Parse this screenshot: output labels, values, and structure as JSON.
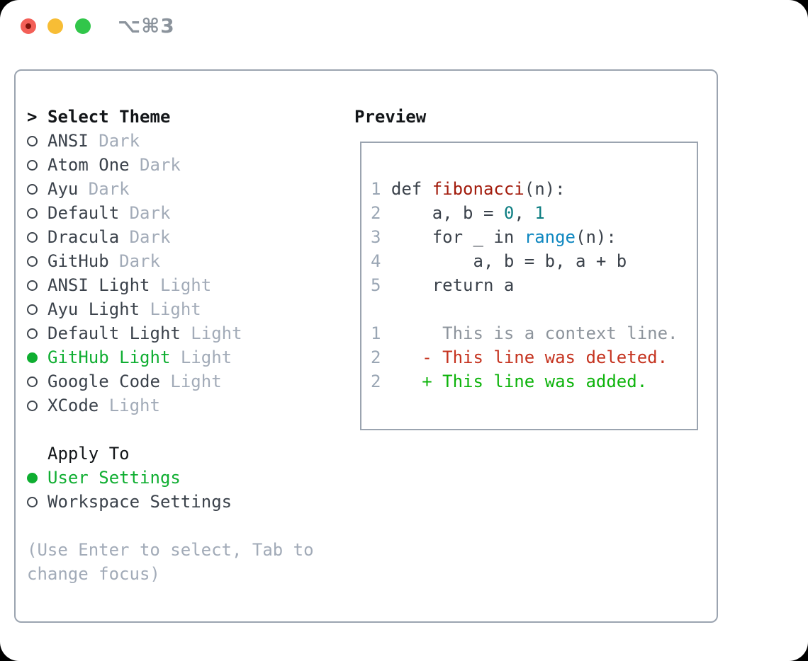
{
  "titlebar": {
    "shortcut_label": "⌥⌘3"
  },
  "theme_picker": {
    "prompt": ">",
    "heading": "Select Theme",
    "themes": [
      {
        "name": "ANSI",
        "variant": "Dark",
        "selected": false
      },
      {
        "name": "Atom One",
        "variant": "Dark",
        "selected": false
      },
      {
        "name": "Ayu",
        "variant": "Dark",
        "selected": false
      },
      {
        "name": "Default",
        "variant": "Dark",
        "selected": false
      },
      {
        "name": "Dracula",
        "variant": "Dark",
        "selected": false
      },
      {
        "name": "GitHub",
        "variant": "Dark",
        "selected": false
      },
      {
        "name": "ANSI Light",
        "variant": "Light",
        "selected": false
      },
      {
        "name": "Ayu Light",
        "variant": "Light",
        "selected": false
      },
      {
        "name": "Default Light",
        "variant": "Light",
        "selected": false
      },
      {
        "name": "GitHub Light",
        "variant": "Light",
        "selected": true
      },
      {
        "name": "Google Code",
        "variant": "Light",
        "selected": false
      },
      {
        "name": "XCode",
        "variant": "Light",
        "selected": false
      }
    ],
    "apply_to": {
      "heading": "Apply To",
      "options": [
        {
          "label": "User Settings",
          "selected": true
        },
        {
          "label": "Workspace Settings",
          "selected": false
        }
      ]
    },
    "hint_lines": [
      "(Use Enter to select, Tab to",
      "change focus)"
    ]
  },
  "preview": {
    "heading": "Preview",
    "code_lines": [
      [
        {
          "t": "ln",
          "s": "1 "
        },
        {
          "t": "kw",
          "s": "def "
        },
        {
          "t": "title",
          "s": "fibonacci"
        },
        {
          "t": "plain",
          "s": "(n):"
        }
      ],
      [
        {
          "t": "ln",
          "s": "2 "
        },
        {
          "t": "plain",
          "s": "    a, b = "
        },
        {
          "t": "num",
          "s": "0"
        },
        {
          "t": "plain",
          "s": ", "
        },
        {
          "t": "num",
          "s": "1"
        }
      ],
      [
        {
          "t": "ln",
          "s": "3 "
        },
        {
          "t": "plain",
          "s": "    for _ in "
        },
        {
          "t": "builtin",
          "s": "range"
        },
        {
          "t": "plain",
          "s": "(n):"
        }
      ],
      [
        {
          "t": "ln",
          "s": "4 "
        },
        {
          "t": "plain",
          "s": "        a, b = b, a + b"
        }
      ],
      [
        {
          "t": "ln",
          "s": "5 "
        },
        {
          "t": "plain",
          "s": "    return a"
        }
      ],
      [],
      [
        {
          "t": "ln",
          "s": "1 "
        },
        {
          "t": "ctx",
          "s": "     This is a context line."
        }
      ],
      [
        {
          "t": "ln",
          "s": "2 "
        },
        {
          "t": "del",
          "s": "   - This line was deleted."
        }
      ],
      [
        {
          "t": "ln",
          "s": "2 "
        },
        {
          "t": "add",
          "s": "   + This line was added."
        }
      ]
    ]
  },
  "colors": {
    "selection_green": "#0fae31",
    "added_green": "#0cb30a",
    "deleted_red": "#c5331f",
    "context_gray": "#8d949c",
    "function_red": "#a21b0c",
    "number_teal": "#0c7d81",
    "builtin_blue": "#0e87c0",
    "code_ink": "#3b424b",
    "ink": "#3b424b",
    "heading_ink": "#131619",
    "muted": "#a2abb8",
    "line_number_gray": "#9aa6b4",
    "border_gray": "#9ba4b0",
    "traffic_red": "#f35f57",
    "traffic_red_dot": "#7f130b",
    "traffic_yellow": "#f7bd35",
    "traffic_green": "#31c64a",
    "shortcut_gray": "#8b939c"
  }
}
